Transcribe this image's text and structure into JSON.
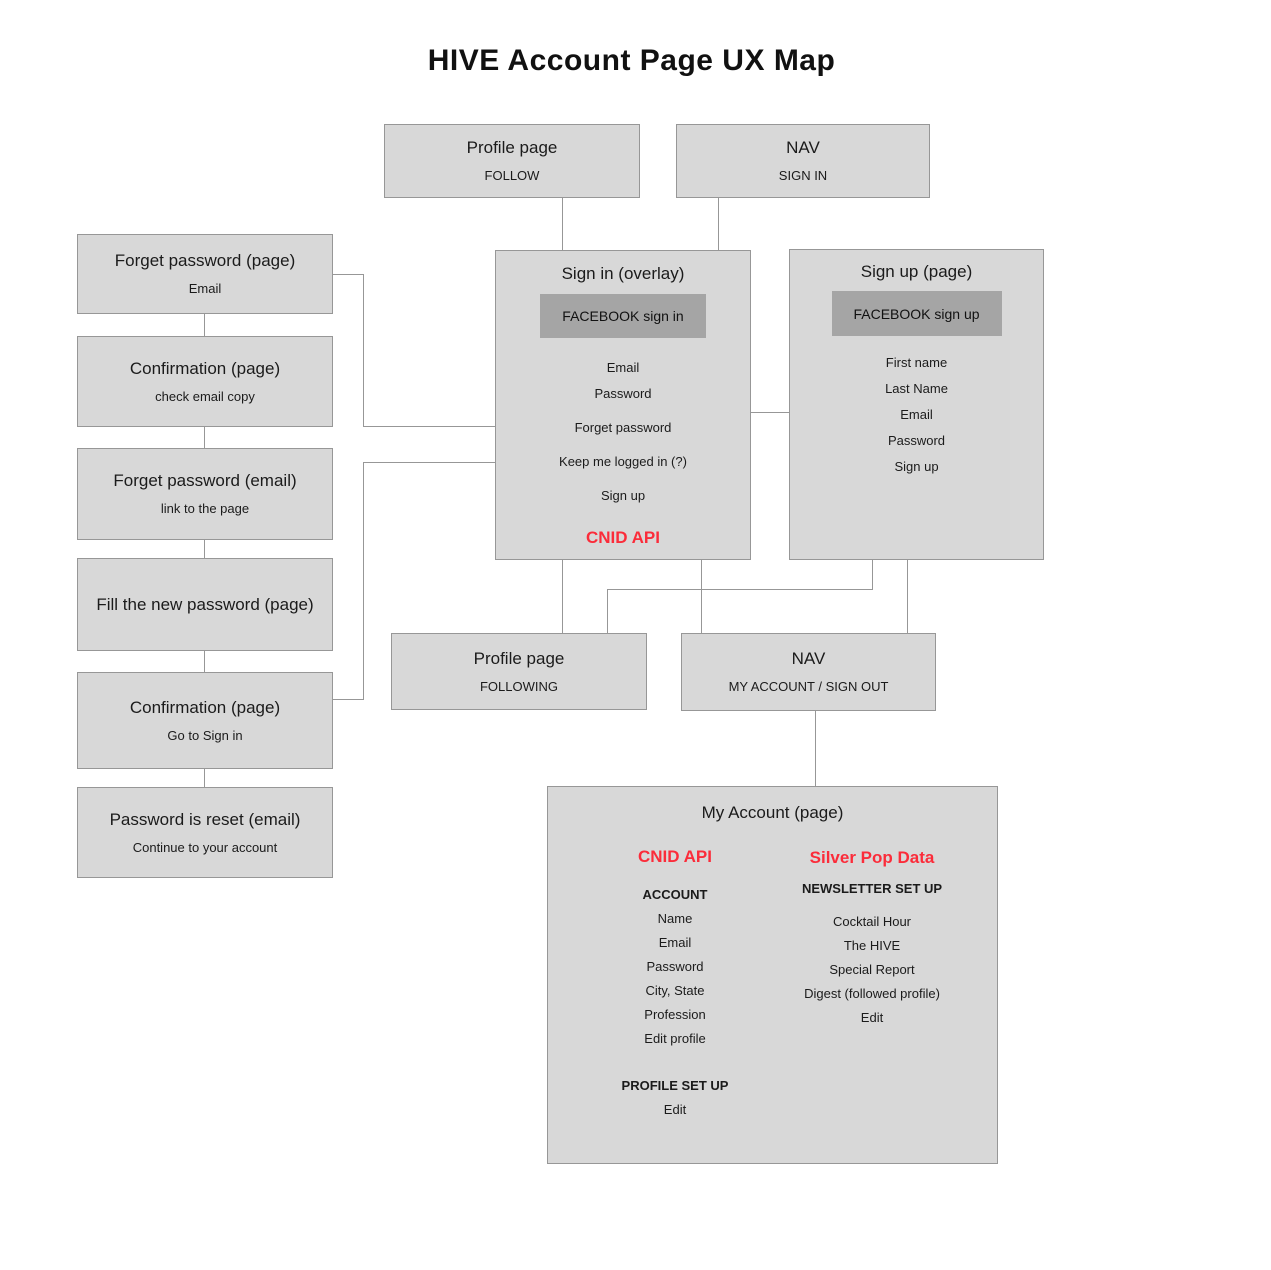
{
  "page_title": "HIVE Account Page UX Map",
  "colors": {
    "background": "#ffffff",
    "box_fill": "#d8d8d8",
    "box_border": "#979797",
    "button_fill": "#a5a5a5",
    "connector": "#979797",
    "accent_red": "#fb2c3a",
    "text": "#1b1b1b"
  },
  "nodes": {
    "profile_follow": {
      "title": "Profile page",
      "subtitle": "FOLLOW"
    },
    "nav_sign_in": {
      "title": "NAV",
      "subtitle": "SIGN IN"
    },
    "sign_in_overlay": {
      "title": "Sign in (overlay)",
      "facebook_button": "FACEBOOK sign in",
      "items": [
        "Email",
        "Password",
        "Forget password",
        "Keep me logged in (?)",
        "Sign up"
      ],
      "api_label": "CNID API"
    },
    "sign_up_page": {
      "title": "Sign up (page)",
      "facebook_button": "FACEBOOK sign up",
      "items": [
        "First name",
        "Last Name",
        "Email",
        "Password",
        "Sign up"
      ]
    },
    "forget_password_page": {
      "title": "Forget password (page)",
      "subtitle": "Email"
    },
    "confirmation_check_email": {
      "title": "Confirmation (page)",
      "subtitle": "check email copy"
    },
    "forget_password_email": {
      "title": "Forget password (email)",
      "subtitle": "link to the page"
    },
    "fill_new_password": {
      "title": "Fill the new password (page)"
    },
    "confirmation_go_signin": {
      "title": "Confirmation (page)",
      "subtitle": "Go to Sign in"
    },
    "password_reset_email": {
      "title": "Password is reset (email)",
      "subtitle": "Continue to your account"
    },
    "profile_following": {
      "title": "Profile page",
      "subtitle": "FOLLOWING"
    },
    "nav_my_account": {
      "title": "NAV",
      "subtitle": "MY ACCOUNT / SIGN OUT"
    },
    "my_account": {
      "title": "My Account (page)",
      "left_api": "CNID API",
      "account_heading": "ACCOUNT",
      "account_items": [
        "Name",
        "Email",
        "Password",
        "City, State",
        "Profession",
        "Edit profile"
      ],
      "profile_heading": "PROFILE SET UP",
      "profile_items": [
        "Edit"
      ],
      "right_api": "Silver Pop Data",
      "newsletter_heading": "NEWSLETTER SET UP",
      "newsletter_items": [
        "Cocktail Hour",
        "The HIVE",
        "Special Report",
        "Digest (followed profile)",
        "Edit"
      ]
    }
  }
}
